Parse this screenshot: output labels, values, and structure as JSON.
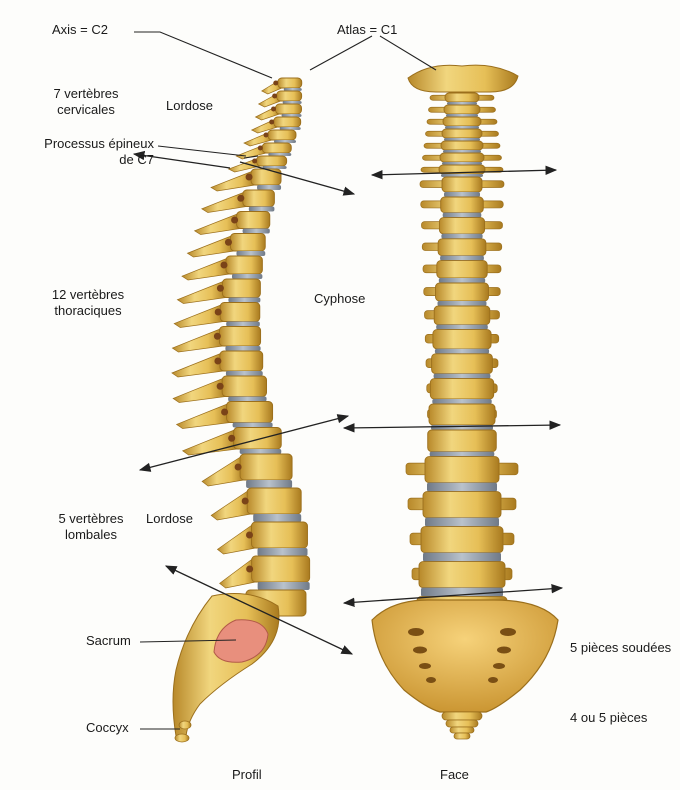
{
  "labels": {
    "axis": "Axis = C2",
    "atlas": "Atlas = C1",
    "cervical_1": "7 vertèbres",
    "cervical_2": "cervicales",
    "lordose_top": "Lordose",
    "processus_1": "Processus épineux",
    "processus_2": "de C7",
    "thoracic_1": "12 vertèbres",
    "thoracic_2": "thoraciques",
    "cyphose": "Cyphose",
    "lumbar_1": "5 vertèbres",
    "lumbar_2": "lombales",
    "lordose_bottom": "Lordose",
    "sacrum": "Sacrum",
    "coccyx": "Coccyx",
    "pieces_soudees": "5 pièces soudées",
    "pieces_coccyx": "4 ou 5 pièces",
    "profil": "Profil",
    "face": "Face"
  },
  "colors": {
    "bone": "#e7c15a",
    "bone_light": "#f3dc8c",
    "bone_shadow": "#a8791f",
    "disc": "#8f9bab",
    "sacrum_face": "#e9b653",
    "sacrum_pink": "#e88f7d",
    "line": "#222222"
  }
}
